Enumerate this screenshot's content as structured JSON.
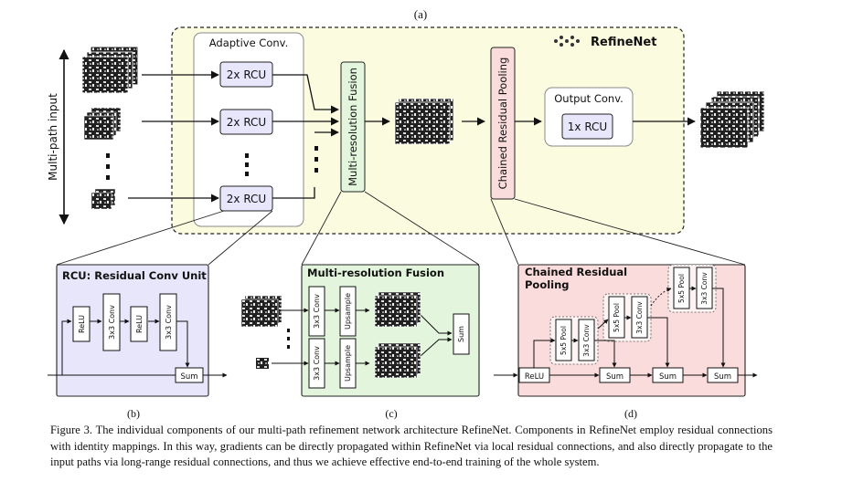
{
  "figure": {
    "panel_a_label": "(a)",
    "panel_b_label": "(b)",
    "panel_c_label": "(c)",
    "panel_d_label": "(d)",
    "multi_path_input": "Multi-path input",
    "refinenet_title": "RefineNet",
    "adaptive_conv": "Adaptive Conv.",
    "rcu_2x": "2x RCU",
    "mrf_vertical": "Multi-resolution Fusion",
    "crp_vertical": "Chained Residual Pooling",
    "output_conv": "Output Conv.",
    "rcu_1x": "1x RCU",
    "rcu_box_title": "RCU: Residual Conv Unit",
    "mrf_box_title": "Multi-resolution Fusion",
    "crp_box_title_line1": "Chained Residual",
    "crp_box_title_line2": "Pooling",
    "relu": "ReLU",
    "conv3x3": "3x3 Conv",
    "upsample": "Upsample",
    "sum": "Sum",
    "pool5x5": "5x5 Pool",
    "colors": {
      "refinenet_bg": "#fbfbe0",
      "rcu_fill": "#e8e6fb",
      "mrf_fill": "#e3f5dc",
      "crp_fill": "#fbdcdc"
    }
  },
  "caption": "Figure 3. The individual components of our multi-path refinement network architecture RefineNet. Components in RefineNet employ residual connections with identity mappings. In this way, gradients can be directly propagated within RefineNet via local residual connections, and also directly propagate to the input paths via long-range residual connections, and thus we achieve effective end-to-end training of the whole system."
}
